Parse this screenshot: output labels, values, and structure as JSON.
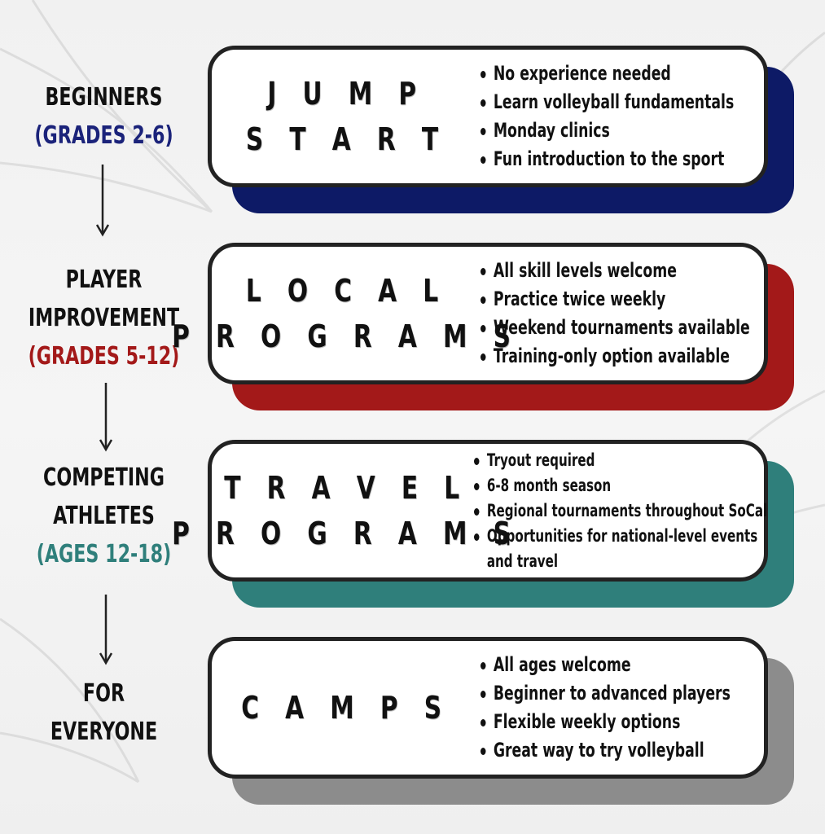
{
  "colors": {
    "navy": "#0d1a66",
    "red": "#a31919",
    "teal": "#2f7f7b",
    "gray": "#8c8c8c"
  },
  "stages": [
    {
      "label_lines": [
        "BEGINNERS"
      ],
      "grades": "(GRADES 2-6)",
      "grades_color": "#1b237a"
    },
    {
      "label_lines": [
        "PLAYER",
        "IMPROVEMENT"
      ],
      "grades": "(GRADES 5-12)",
      "grades_color": "#a31919"
    },
    {
      "label_lines": [
        "COMPETING",
        "ATHLETES"
      ],
      "grades": "(AGES 12-18)",
      "grades_color": "#2f7f7b"
    },
    {
      "label_lines": [
        "FOR",
        "EVERYONE"
      ],
      "grades": ""
    }
  ],
  "programs": [
    {
      "title_lines": [
        "J U M P",
        "S T A R T"
      ],
      "bullets": [
        "No experience needed",
        "Learn volleyball fundamentals",
        "Monday clinics",
        "Fun introduction to the sport"
      ]
    },
    {
      "title_lines": [
        "L O C A L",
        "P R O G R A M S"
      ],
      "bullets": [
        "All skill levels welcome",
        "Practice twice weekly",
        "Weekend tournaments available",
        "Training-only option available"
      ]
    },
    {
      "title_lines": [
        "T R A V E L",
        "P R O G R A M S"
      ],
      "bullets": [
        "Tryout required",
        "6-8 month season",
        "Regional tournaments throughout SoCal",
        "Opportunities for national-level events and travel"
      ]
    },
    {
      "title_lines": [
        "C A M P S"
      ],
      "bullets": [
        "All ages welcome",
        "Beginner to advanced players",
        "Flexible weekly options",
        "Great way to try volleyball"
      ]
    }
  ]
}
